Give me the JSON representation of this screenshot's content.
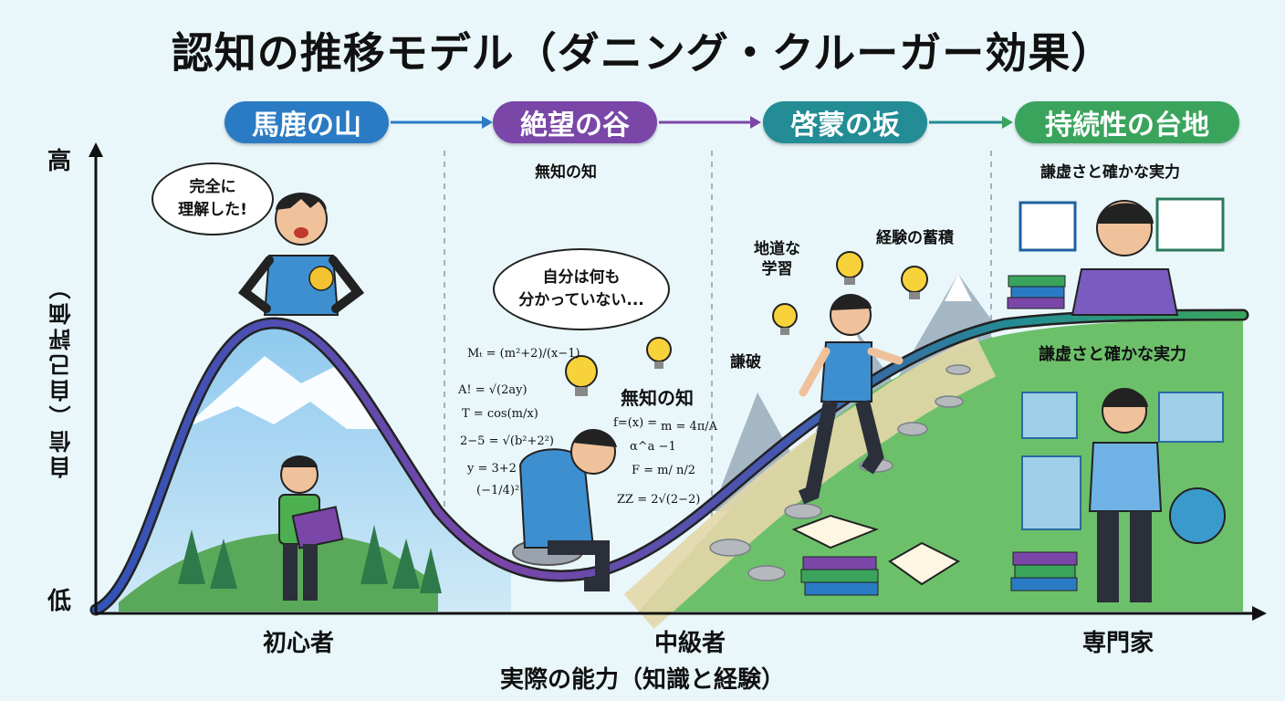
{
  "title": "認知の推移モデル（ダニング・クルーガー効果）",
  "stages": [
    {
      "label": "馬鹿の山",
      "color": "#2b7bc4"
    },
    {
      "label": "絶望の谷",
      "color": "#7a46a8"
    },
    {
      "label": "啓蒙の坂",
      "color": "#238c94"
    },
    {
      "label": "持続性の台地",
      "color": "#3aa45c"
    }
  ],
  "stage_sublabels": {
    "despair": "無知の知",
    "plateau": "謙虚さと確かな実力"
  },
  "bubbles": {
    "novice": "完全に\n理解した!",
    "despair": "自分は何も\n分かっていない..."
  },
  "labels": {
    "ignorance_knowledge": "無知の知",
    "steady_learning": "地道な\n学習",
    "experience": "経験の蓄積",
    "humility": "謙破",
    "plateau_inner": "謙虚さと確かな実力"
  },
  "formulas": [
    "Mₜ = (m²+2)/(x−1)",
    "A! = √(2ay)",
    "T = cos(m/x)",
    "2−5 = √(b²+2²)",
    "y = 3+2",
    "(−1/4)²",
    "f=(x) =",
    "m = 4π/A",
    "α^a −1",
    "F = m/ n/2",
    "ZZ = 2√(2−2)"
  ],
  "axes": {
    "y_label": "自信（自己評価）",
    "y_high": "高",
    "y_low": "低",
    "x_label": "実際の能力（知識と経験）",
    "x_ticks": [
      "初心者",
      "中級者",
      "専門家"
    ]
  },
  "colors": {
    "blue": "#2b7bc4",
    "purple": "#7a46a8",
    "teal": "#238c94",
    "green": "#3aa45c",
    "background": "#e9f7fb"
  }
}
